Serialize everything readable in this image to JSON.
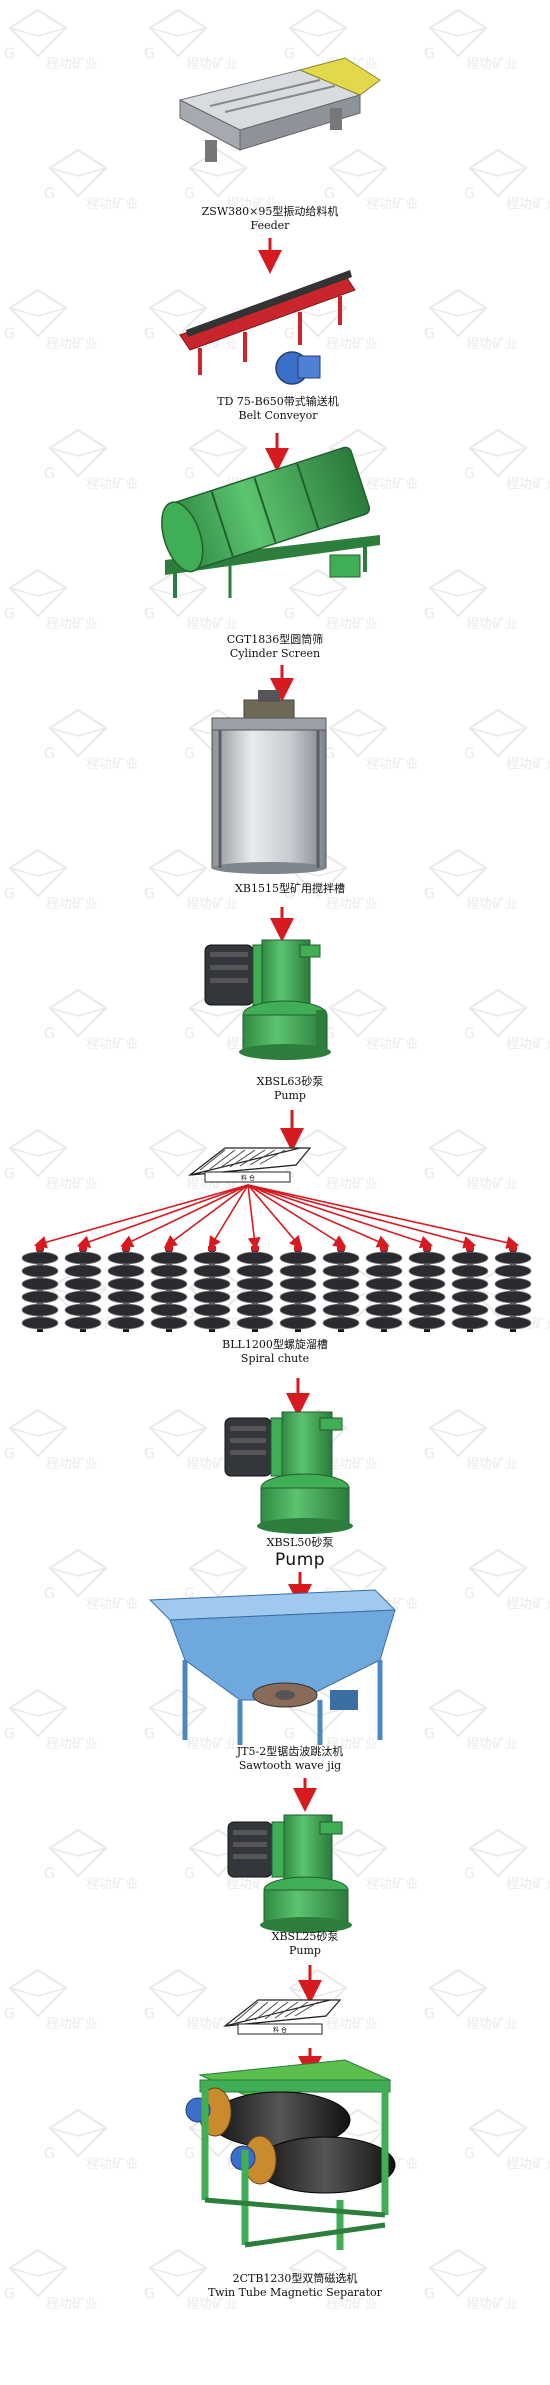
{
  "watermark": {
    "text": "程功矿业",
    "letter": "G"
  },
  "equipment": [
    {
      "id": "feeder",
      "zh": "ZSW380×95型振动给料机",
      "en": "Feeder"
    },
    {
      "id": "belt-conveyor",
      "zh": "TD 75-B650带式输送机",
      "en": "Belt Conveyor"
    },
    {
      "id": "cylinder-screen",
      "zh": "CGT1836型圆筒筛",
      "en": "Cylinder Screen"
    },
    {
      "id": "agitation-tank",
      "zh": "XB1515型矿用搅拌槽",
      "en": ""
    },
    {
      "id": "pump-63",
      "zh": "XBSL63砂泵",
      "en": "Pump"
    },
    {
      "id": "distributor-1",
      "zh": "",
      "en": "",
      "box_label": "料 仓"
    },
    {
      "id": "spiral-chute",
      "zh": "BLL1200型螺旋溜槽",
      "en": "Spiral chute"
    },
    {
      "id": "pump-50",
      "zh": "XBSL50砂泵",
      "en": "Pump"
    },
    {
      "id": "sawtooth-jig",
      "zh": "JT5-2型锯齿波跳汰机",
      "en": "Sawtooth wave jig"
    },
    {
      "id": "pump-25",
      "zh": "XBSL25砂泵",
      "en": "Pump"
    },
    {
      "id": "distributor-2",
      "zh": "",
      "en": "",
      "box_label": "料 仓"
    },
    {
      "id": "magnetic-separator",
      "zh": "2CTB1230型双筒磁选机",
      "en": "Twin Tube Magnetic Separator"
    }
  ],
  "colors": {
    "arrow": "#d71920",
    "green": "#3fae55",
    "green_dark": "#2d7d3c",
    "red_machine": "#c8262c",
    "silver": "#c9ccd0",
    "blue_jig": "#6ea8dc",
    "spiral": "#2a2a30",
    "watermark": "#d8d8d8"
  }
}
